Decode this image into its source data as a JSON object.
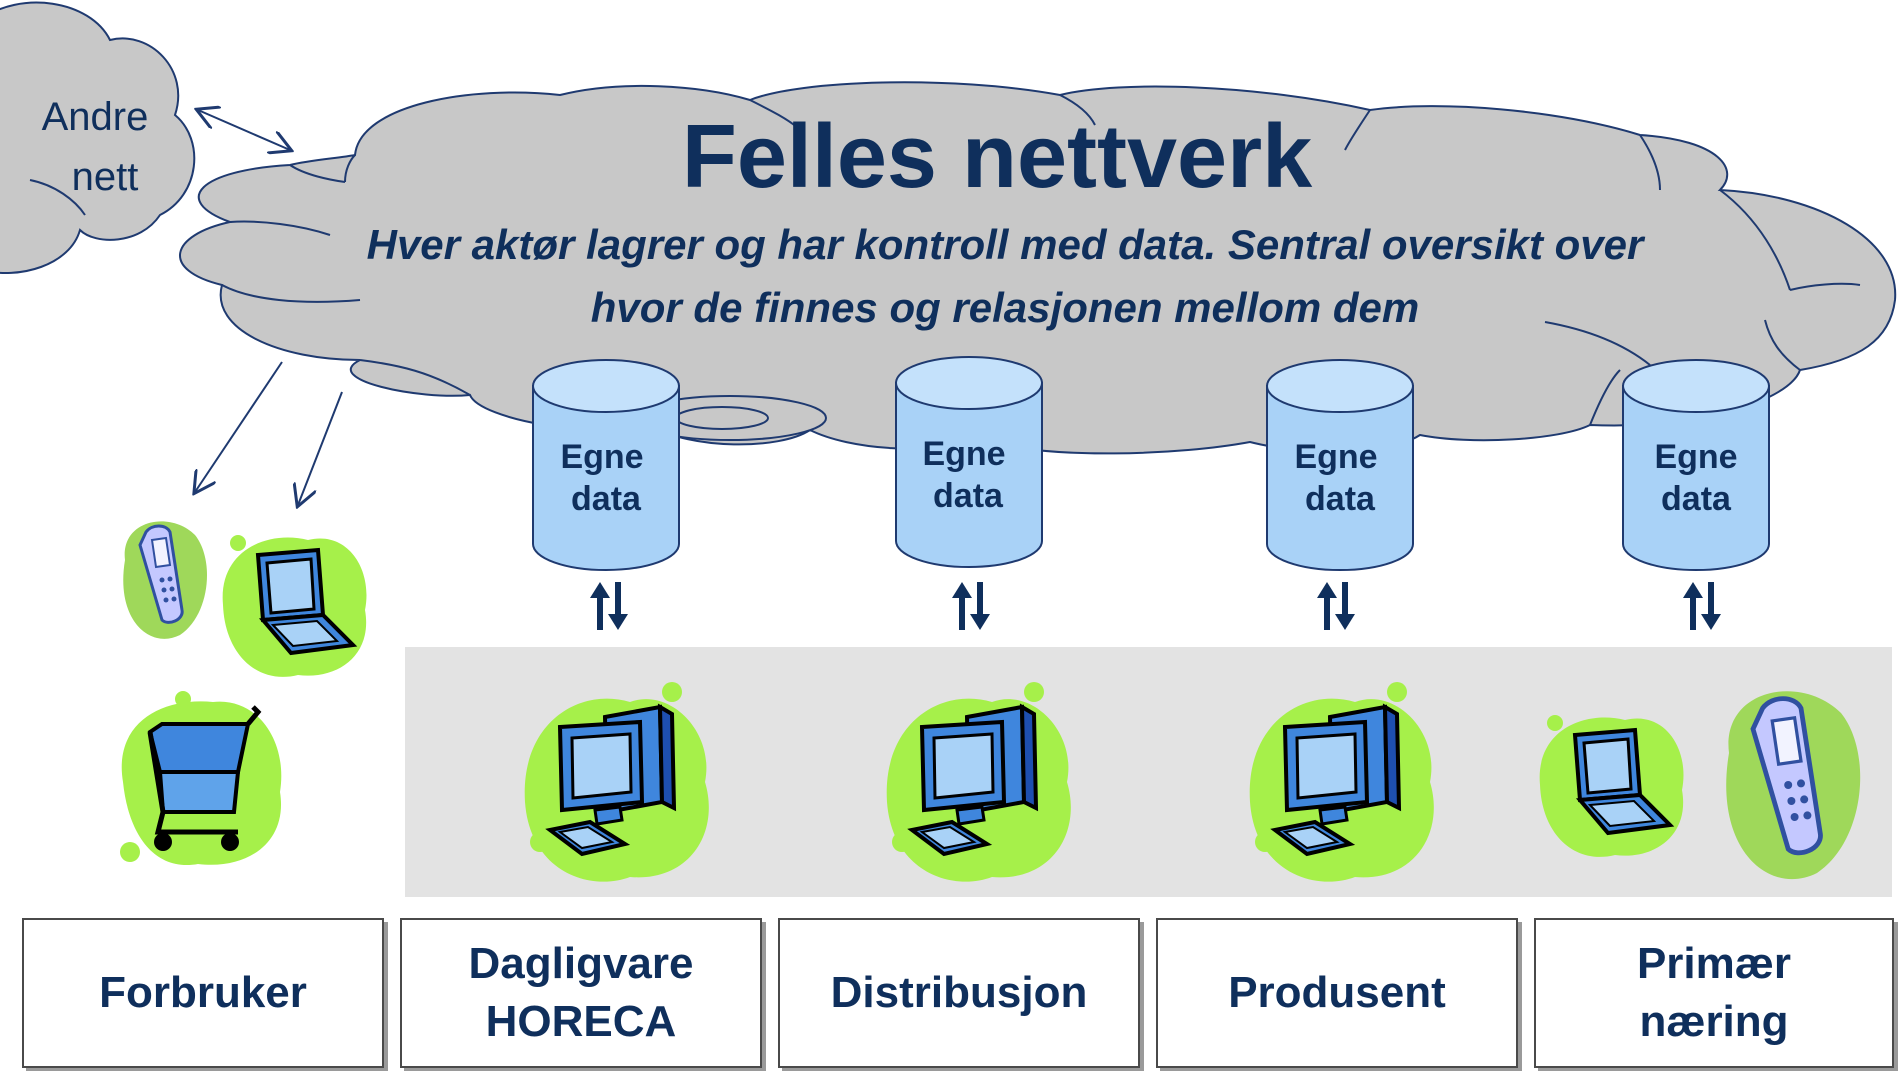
{
  "title": "Felles nettverk",
  "subtitle_lines": [
    "Hver aktør lagrer og har kontroll med data. Sentral oversikt over",
    "hvor de finnes og relasjonen mellom dem"
  ],
  "other_networks": [
    "Andre",
    "nett"
  ],
  "databases": [
    {
      "line1": "Egne",
      "line2": "data"
    },
    {
      "line1": "Egne",
      "line2": "data"
    },
    {
      "line1": "Egne",
      "line2": "data"
    },
    {
      "line1": "Egne",
      "line2": "data"
    }
  ],
  "actors": [
    {
      "label": "Forbruker"
    },
    {
      "label": "Dagligvare\nHORECA"
    },
    {
      "label": "Distribusjon"
    },
    {
      "label": "Produsent"
    },
    {
      "label": "Primær\nnæring"
    }
  ],
  "colors": {
    "cloud_fill": "#c8c8c8",
    "cloud_stroke": "#1f3a70",
    "text_dark": "#0f2f5c",
    "db_fill": "#a9d2f7",
    "db_top": "#c4e1fb",
    "blob_green": "#a6f04a",
    "panel_gray": "#e3e3e3"
  },
  "icons": [
    "cellphone-icon",
    "laptop-icon",
    "shopping-cart-icon",
    "desktop-computer-icon"
  ]
}
